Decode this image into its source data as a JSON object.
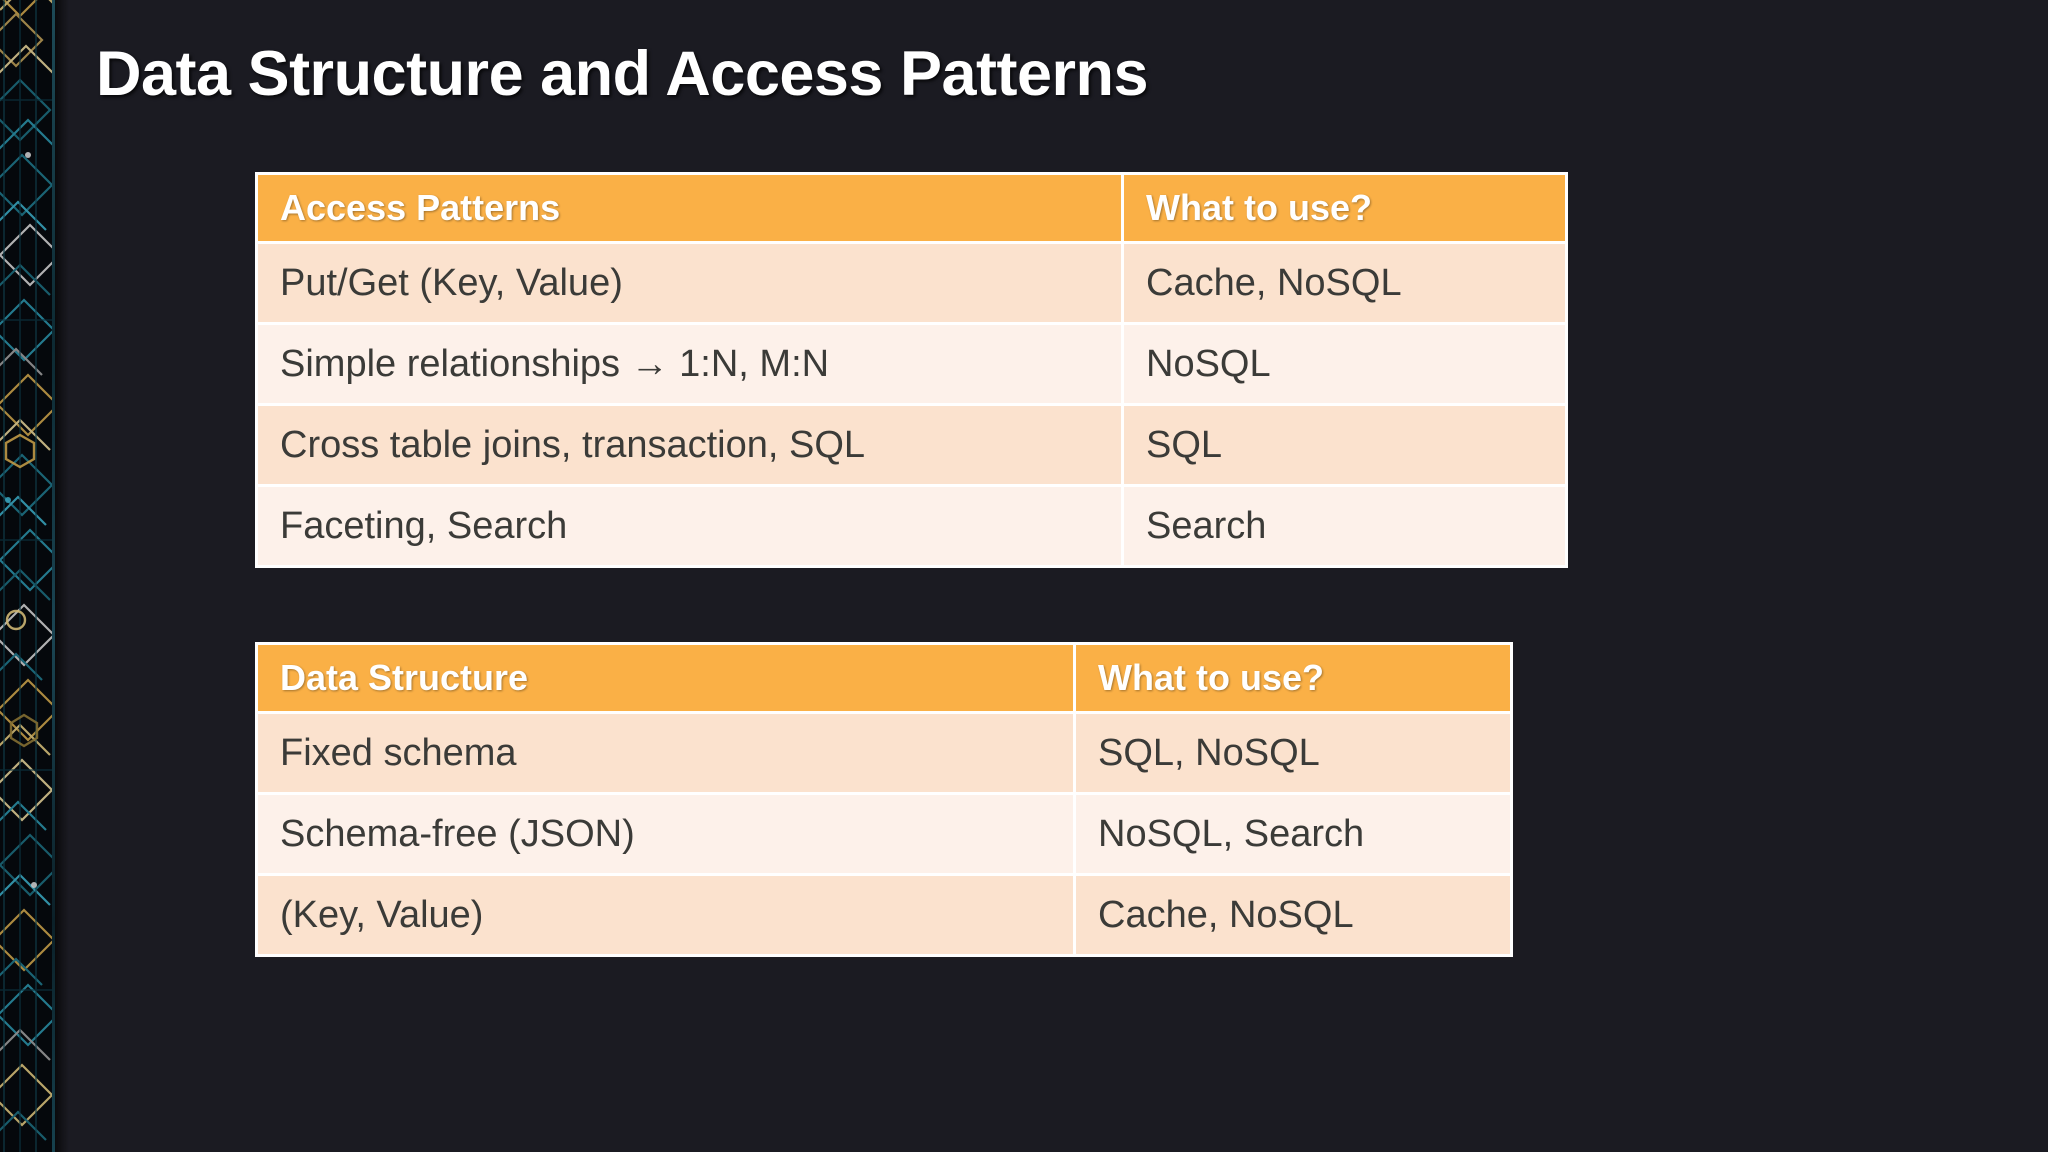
{
  "slide": {
    "title": "Data Structure and Access Patterns",
    "background_color": "#1b1b22",
    "accent_color": "#fab046",
    "row_color_odd": "#fbe2ce",
    "row_color_even": "#fdf1ea",
    "text_color": "#3b3b38",
    "title_color": "#ffffff"
  },
  "decoration": {
    "left_edge": "circuit-board-pattern"
  },
  "tables": [
    {
      "id": "access-patterns",
      "headers": [
        "Access Patterns",
        "What to use?"
      ],
      "rows": [
        [
          "Put/Get (Key, Value)",
          "Cache, NoSQL"
        ],
        [
          "Simple relationships → 1:N, M:N",
          "NoSQL"
        ],
        [
          "Cross table joins, transaction, SQL",
          "SQL"
        ],
        [
          "Faceting, Search",
          "Search"
        ]
      ]
    },
    {
      "id": "data-structure",
      "headers": [
        "Data Structure",
        "What to use?"
      ],
      "rows": [
        [
          "Fixed schema",
          "SQL, NoSQL"
        ],
        [
          "Schema-free (JSON)",
          "NoSQL, Search"
        ],
        [
          "(Key, Value)",
          "Cache, NoSQL"
        ]
      ]
    }
  ]
}
